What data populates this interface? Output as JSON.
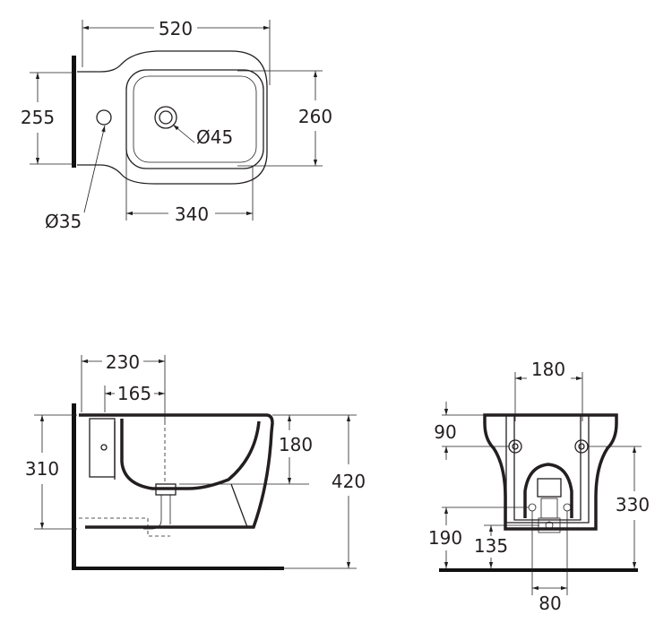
{
  "top_view": {
    "width": "520",
    "depth_left": "255",
    "depth_right": "260",
    "bowl_depth": "340",
    "tap_hole": "Ø45",
    "fixing_hole": "Ø35"
  },
  "side_view": {
    "d230": "230",
    "d165": "165",
    "h310": "310",
    "h180": "180",
    "h420": "420"
  },
  "back_view": {
    "w180": "180",
    "h90": "90",
    "h330": "330",
    "h190": "190",
    "h135": "135",
    "w80": "80"
  }
}
